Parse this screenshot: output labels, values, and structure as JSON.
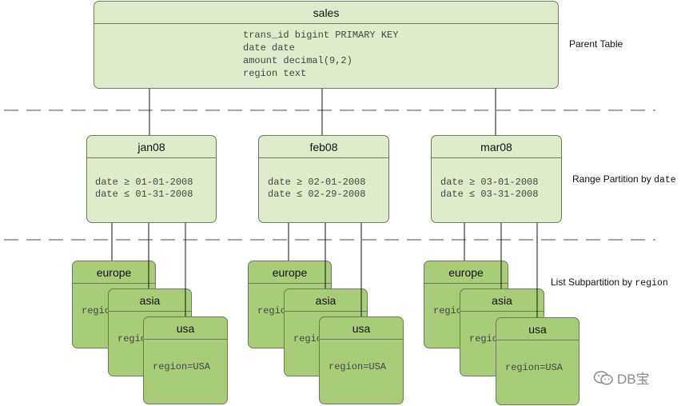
{
  "parent": {
    "title": "sales",
    "columns": [
      "trans_id bigint PRIMARY KEY",
      "date date",
      "amount decimal(9,2)",
      "region text"
    ]
  },
  "annotations": {
    "parent": "Parent Table",
    "range_prefix": "Range Partition by ",
    "range_key": "date",
    "list_prefix": "List Subpartition by ",
    "list_key": "region"
  },
  "partitions": [
    {
      "name": "jan08",
      "lines": [
        "date ≥ 01-01-2008",
        "date ≤ 01-31-2008"
      ],
      "subpartitions": [
        {
          "name": "europe",
          "condition": "region=EUROPE"
        },
        {
          "name": "asia",
          "condition": "region=ASIA"
        },
        {
          "name": "usa",
          "condition": "region=USA"
        }
      ]
    },
    {
      "name": "feb08",
      "lines": [
        "date ≥ 02-01-2008",
        "date ≤ 02-29-2008"
      ],
      "subpartitions": [
        {
          "name": "europe",
          "condition": "region=EUROPE"
        },
        {
          "name": "asia",
          "condition": "region=ASIA"
        },
        {
          "name": "usa",
          "condition": "region=USA"
        }
      ]
    },
    {
      "name": "mar08",
      "lines": [
        "date ≥ 03-01-2008",
        "date ≤ 03-31-2008"
      ],
      "subpartitions": [
        {
          "name": "europe",
          "condition": "region=EUROPE"
        },
        {
          "name": "asia",
          "condition": "region=ASIA"
        },
        {
          "name": "usa",
          "condition": "region=USA"
        }
      ]
    }
  ],
  "watermark": "DB宝",
  "colors": {
    "light_fill": "#dfeccb",
    "dark_fill": "#a9cc79",
    "border": "#6d7a5c",
    "dash": "#888888"
  }
}
